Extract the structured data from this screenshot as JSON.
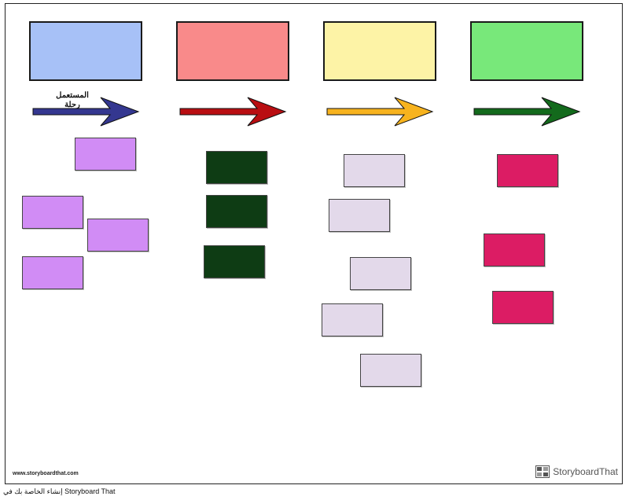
{
  "colors": {
    "header_blue": "#a7c1f7",
    "header_red": "#f98a8a",
    "header_yellow": "#fdf3a6",
    "header_green": "#78e87a",
    "arrow_blue": "#343790",
    "arrow_red": "#b90e12",
    "arrow_yellow": "#f7b31e",
    "arrow_green": "#136a1c",
    "card_purple": "#d18cf5",
    "card_darkgreen": "#0e3c14",
    "card_lavender": "#e3d9ea",
    "card_magenta": "#dc1c64"
  },
  "arrow_label": "المستعمل رحلة",
  "footer": {
    "url": "www.storyboardthat.com",
    "brand": "StoryboardThat",
    "credit": "إنشاء الخاصة بك في Storyboard That"
  },
  "icons": {
    "brand": "storyboardthat-logo-icon"
  }
}
